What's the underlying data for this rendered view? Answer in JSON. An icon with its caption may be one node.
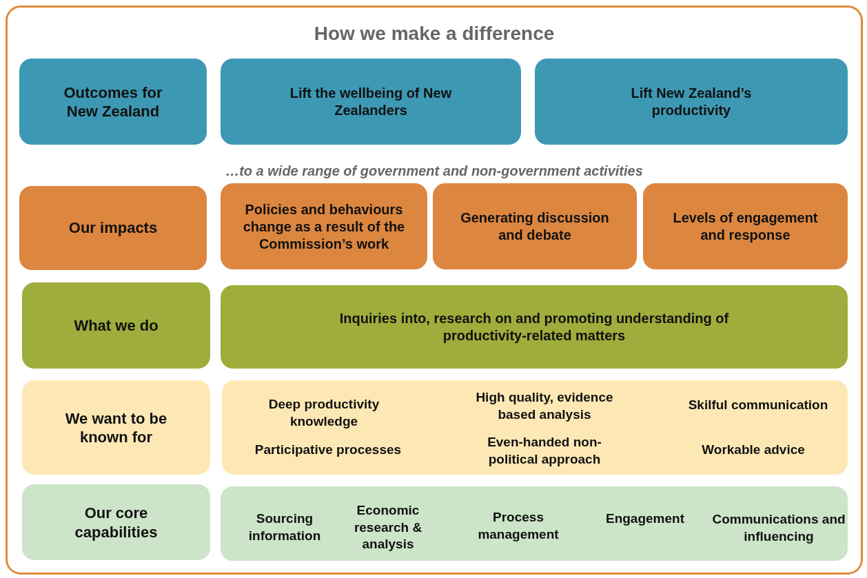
{
  "diagram": {
    "nodes": [
      {
        "text": [
          "How we make a difference"
        ]
      },
      {
        "text": [
          "Outcomes for New Zealand"
        ],
        "in": 0
      },
      {
        "text": [
          "Lift the wellbeing of New Zealanders"
        ],
        "in": 0
      },
      {
        "text": [
          "Lift New Zealand’s productivity"
        ],
        "in": 0
      },
      {
        "text": [
          "Our impacts"
        ],
        "in": 0
      },
      {
        "text": [
          "Policies and behaviours change as a result of the Commission’s work"
        ],
        "in": 0
      },
      {
        "text": [
          "Generating discussion and debate"
        ],
        "in": 0
      },
      {
        "text": [
          "Levels of engagement and response"
        ],
        "in": 0
      },
      {
        "text": [
          "What we do"
        ],
        "in": 0
      },
      {
        "text": [
          "Inquiries into, research on and promoting understanding of productivity-related matters"
        ],
        "in": 0
      },
      {
        "text": [
          "We want to be known for"
        ],
        "in": 0
      },
      {
        "text": [
          "Deep productivity knowledge",
          "High quality, evidence based analysis",
          "Skilful communication",
          "Participative processes",
          "Even-handed non-political approach",
          "Workable advice"
        ],
        "in": 0
      },
      {
        "text": [
          "Our core capabilities"
        ],
        "in": 0
      },
      {
        "text": [
          "Sourcing information",
          "Economic research & analysis",
          "Process management",
          "Engagement",
          "Communications and influencing"
        ],
        "in": 0
      }
    ],
    "labels": [
      "…to a wide range of government and non-government activities"
    ]
  }
}
